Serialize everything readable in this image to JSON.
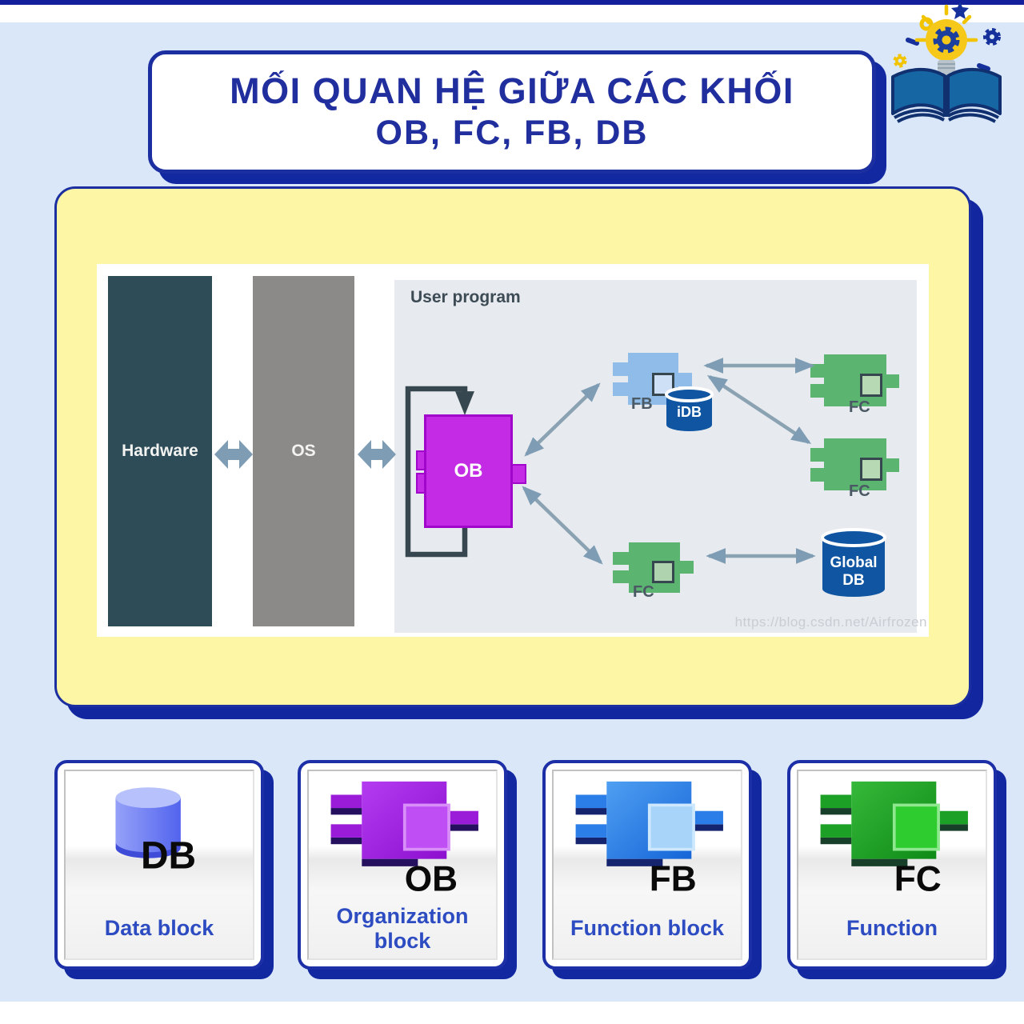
{
  "header": {
    "title_line1": "MỐI QUAN HỆ GIỮA CÁC KHỐI",
    "title_line2": "OB, FC, FB, DB"
  },
  "diagram": {
    "hardware_label": "Hardware",
    "os_label": "OS",
    "user_program_label": "User program",
    "ob_label": "OB",
    "fb_label": "FB",
    "idb_label": "iDB",
    "fc_top_label": "FC",
    "fc_middle_label": "FC",
    "fc_bottom_label": "FC",
    "global_db_line1": "Global",
    "global_db_line2": "DB",
    "watermark": "https://blog.csdn.net/Airfrozen"
  },
  "cards": [
    {
      "abbr": "DB",
      "label": "Data block"
    },
    {
      "abbr": "OB",
      "label": "Organization block"
    },
    {
      "abbr": "FB",
      "label": "Function block"
    },
    {
      "abbr": "FC",
      "label": "Function"
    }
  ],
  "colors": {
    "navy": "#1c2fa0",
    "shadow_navy": "#1228a0",
    "light_blue_bg": "#d9e7f8",
    "panel_yellow": "#fdf6a5",
    "hardware_teal": "#2e4b58",
    "os_gray": "#8b8a88",
    "user_program_bg": "#e7eaee",
    "arrow_steel": "#7e9db4",
    "loop_dark": "#36474f",
    "ob_purple": "#c32ce4",
    "fb_blue": "#8fbce9",
    "fc_green": "#5cb471",
    "db_dark_blue": "#0f55a2",
    "card_label_blue": "#2d4cc2",
    "bulb_yellow": "#f6c81a"
  }
}
